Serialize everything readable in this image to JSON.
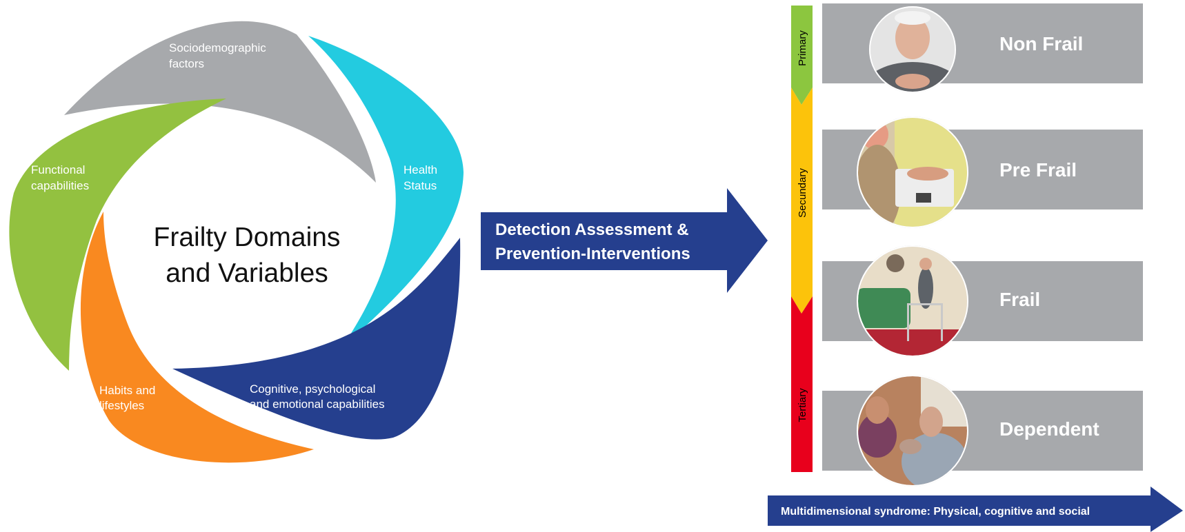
{
  "colors": {
    "sociodemographic": "#a7a9ac",
    "health": "#23cbe0",
    "cognitive": "#253f8e",
    "habits": "#f98920",
    "functional": "#93c140",
    "arrow": "#253f8e",
    "stage_bar": "#a7a9ac",
    "primary": "#8cc63f",
    "secondary": "#fcc30b",
    "tertiary": "#e8001c"
  },
  "cycle": {
    "title_line1": "Frailty Domains",
    "title_line2": "and Variables",
    "domains": [
      {
        "id": "sociodemographic",
        "line1": "Sociodemographic",
        "line2": "factors"
      },
      {
        "id": "health",
        "line1": "Health",
        "line2": "Status"
      },
      {
        "id": "cognitive",
        "line1": "Cognitive, psychological",
        "line2": "and emotional capabilities"
      },
      {
        "id": "habits",
        "line1": "Habits and",
        "line2": "lifestyles"
      },
      {
        "id": "functional",
        "line1": "Functional",
        "line2": "capabilities"
      }
    ]
  },
  "main_arrow": {
    "line1": "Detection Assessment &",
    "line2": "Prevention-Interventions"
  },
  "prevention_levels": [
    {
      "id": "primary",
      "label": "Primary"
    },
    {
      "id": "secondary",
      "label": "Secundary"
    },
    {
      "id": "tertiary",
      "label": "Tertiary"
    }
  ],
  "stages": [
    {
      "id": "non-frail",
      "label": "Non Frail",
      "photo": "elderly-smiling-man-photo"
    },
    {
      "id": "pre-frail",
      "label": "Pre Frail",
      "photo": "blood-pressure-check-photo"
    },
    {
      "id": "frail",
      "label": "Frail",
      "photo": "walker-user-photo"
    },
    {
      "id": "dependent",
      "label": "Dependent",
      "photo": "caregiver-assisting-photo"
    }
  ],
  "bottom_arrow": {
    "label": "Multidimensional syndrome: Physical, cognitive and social"
  }
}
